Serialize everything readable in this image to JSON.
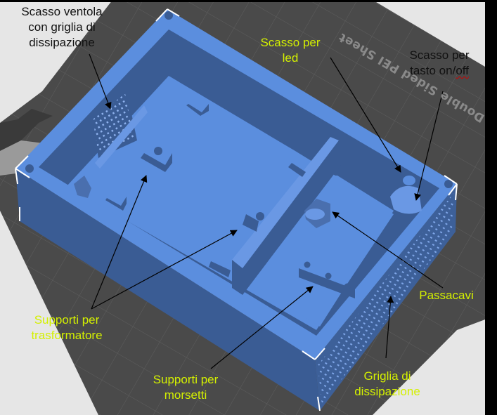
{
  "viewport": {
    "bed_label": "Double Sided PEI Sheet",
    "colors": {
      "background": "#e6e6e6",
      "bed": "#4a4a4a",
      "bed_grid": "#6a6a6a",
      "model_light": "#5b8ede",
      "model_dark": "#3a5c94",
      "annotation_lime": "#d4f000",
      "annotation_black": "#111111"
    }
  },
  "annotations": {
    "fan_cutout": {
      "line1": "Scasso ventola",
      "line2": "con griglia di",
      "line3": "dissipazione"
    },
    "led_cutout": {
      "line1": "Scasso per",
      "line2": "led"
    },
    "switch_cutout": {
      "line1": "Scasso per",
      "line2": "tasto on/",
      "line2_suffix": "off"
    },
    "cable_gland": {
      "line1": "Passacavi"
    },
    "transformer_supports": {
      "line1": "Supporti per",
      "line2": "trasformatore"
    },
    "terminal_supports": {
      "line1": "Supporti per",
      "line2": "morsetti"
    },
    "vent_grille": {
      "line1": "Griglia di",
      "line2": "dissipazione"
    }
  }
}
